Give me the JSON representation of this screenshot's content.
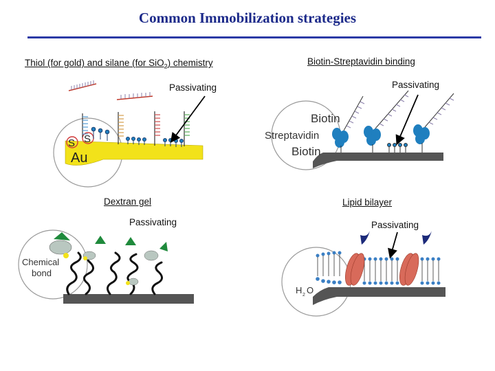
{
  "title": "Common Immobilization strategies",
  "panels": {
    "thiol": {
      "heading": "Thiol (for gold) and silane (for SiO",
      "heading_sub": "2",
      "heading_end": ") chemistry",
      "passivating": "Passivating",
      "s1": "S",
      "s2": "S",
      "au": "Au"
    },
    "biotin": {
      "heading": "Biotin-Streptavidin binding",
      "passivating": "Passivating",
      "biotin_top": "Biotin",
      "streptavidin": "Streptavidin",
      "biotin_bottom": "Biotin"
    },
    "dextran": {
      "heading": "Dextran gel",
      "passivating": "Passivating",
      "chemical": "Chemical",
      "bond": "bond"
    },
    "lipid": {
      "heading": "Lipid bilayer",
      "passivating": "Passivating",
      "h": "H",
      "sub2": "2",
      "o": "O"
    }
  },
  "colors": {
    "title": "#1c2a8a",
    "rule": "#2b3aa6",
    "gold": "#f2e21a",
    "substrate": "#555555",
    "receptor": "#1f7fbf",
    "s_circle": "#d23b3b",
    "protein": "#d86a5a",
    "dextran_green": "#1f8a3c",
    "lipid_head": "#3a7fc4",
    "antigen": "#1c2a7a"
  }
}
